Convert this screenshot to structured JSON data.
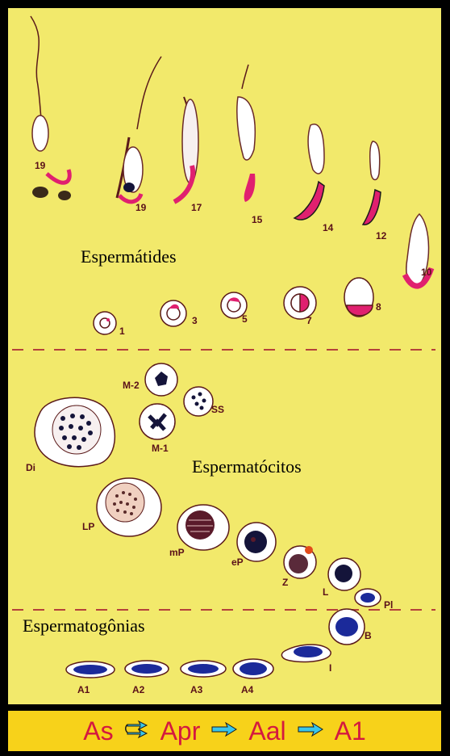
{
  "section_titles": {
    "spermatids": "Espermátides",
    "spermatocytes": "Espermatócitos",
    "spermatogonia": "Espermatogônias"
  },
  "cell_labels": {
    "spermatids": [
      "19",
      "19",
      "17",
      "15",
      "14",
      "12",
      "10",
      "1",
      "3",
      "5",
      "7",
      "8"
    ],
    "spermatocytes": [
      "M-2",
      "SS",
      "M-1",
      "Di",
      "LP",
      "mP",
      "eP",
      "Z",
      "L",
      "Pl"
    ],
    "spermatogonia": [
      "B",
      "I",
      "A1",
      "A2",
      "A3",
      "A4"
    ]
  },
  "sequence": {
    "items": [
      "As",
      "Apr",
      "Aal",
      "A1"
    ],
    "arrows": [
      "split-arrow-icon",
      "right-arrow-icon",
      "right-arrow-icon"
    ]
  },
  "colors": {
    "plate": "#f2e96b",
    "bar": "#f7d21a",
    "sequence_text": "#d4193f",
    "arrow": "#39c6ea",
    "acrosome": "#e0206f",
    "nucleus": "#14143a",
    "spermatogonia_nucleus": "#1b2a9a"
  }
}
